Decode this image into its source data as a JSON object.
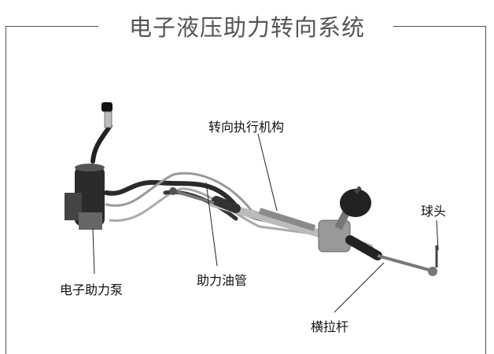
{
  "title": "电子液压助力转向系统",
  "labels": {
    "actuator": "转向执行机构",
    "ball_joint": "球头",
    "pump": "电子助力泵",
    "oil_pipe": "助力油管",
    "tie_rod": "横拉杆"
  }
}
